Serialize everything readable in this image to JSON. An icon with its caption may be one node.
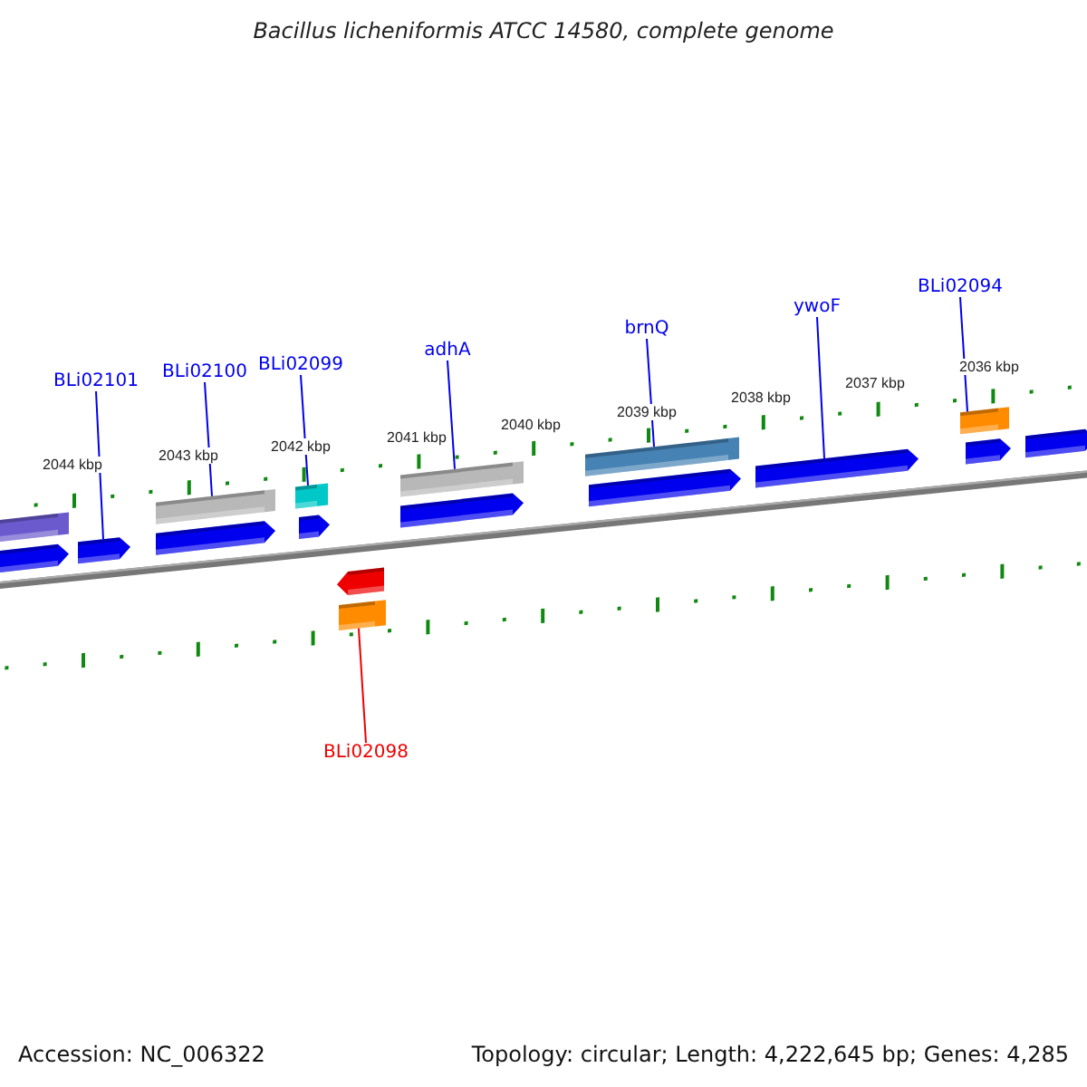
{
  "diagram": {
    "title": "Bacillus licheniformis ATCC 14580, complete genome",
    "nodes": [
      {
        "text": [
          "BLi02101"
        ]
      },
      {
        "text": [
          "BLi02100"
        ]
      },
      {
        "text": [
          "BLi02099"
        ]
      },
      {
        "text": [
          "adhA"
        ]
      },
      {
        "text": [
          "brnQ"
        ]
      },
      {
        "text": [
          "ywoF"
        ]
      },
      {
        "text": [
          "BLi02094"
        ]
      },
      {
        "text": [
          "BLi02098"
        ]
      },
      {
        "text": [],
        "shape": "bar"
      },
      {
        "text": [],
        "shape": "arrow"
      },
      {
        "text": [],
        "shape": "arrow"
      },
      {
        "text": [],
        "shape": "bar"
      },
      {
        "text": [],
        "shape": "arrow"
      },
      {
        "text": [],
        "shape": "bar"
      },
      {
        "text": [],
        "shape": "arrow"
      },
      {
        "text": [],
        "shape": "arrow"
      },
      {
        "text": [],
        "shape": "bar"
      },
      {
        "text": [],
        "shape": "bar"
      },
      {
        "text": [],
        "shape": "arrow"
      },
      {
        "text": [],
        "shape": "bar"
      },
      {
        "text": [],
        "shape": "arrow"
      },
      {
        "text": [],
        "shape": "arrow"
      },
      {
        "text": [],
        "shape": "bar"
      },
      {
        "text": [],
        "shape": "arrow"
      },
      {
        "text": [],
        "shape": "arrow"
      }
    ],
    "edges": [
      {
        "from": 0,
        "to": 10,
        "arrow": "none"
      },
      {
        "from": 1,
        "to": 11,
        "arrow": "none"
      },
      {
        "from": 2,
        "to": 13,
        "arrow": "none"
      },
      {
        "from": 3,
        "to": 17,
        "arrow": "none"
      },
      {
        "from": 4,
        "to": 19,
        "arrow": "none"
      },
      {
        "from": 5,
        "to": 21,
        "arrow": "none"
      },
      {
        "from": 6,
        "to": 22,
        "arrow": "none"
      },
      {
        "from": 7,
        "to": 16,
        "arrow": "none",
        "color": "#ee0000"
      }
    ],
    "labels": [
      "2044 kbp",
      "2043 kbp",
      "2042 kbp",
      "2041 kbp",
      "2040 kbp",
      "2039 kbp",
      "2038 kbp",
      "2037 kbp",
      "2036 kbp",
      "Accession: NC_006322",
      "Topology: circular; Length: 4,222,645 bp; Genes: 4,285"
    ]
  }
}
